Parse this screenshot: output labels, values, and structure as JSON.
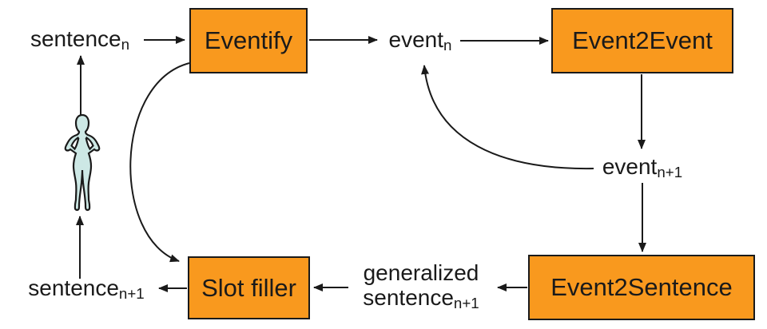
{
  "diagram": {
    "description": "event-to-sentence neural story generation pipeline loop",
    "nodes": {
      "eventify": {
        "label": "Eventify"
      },
      "event2event": {
        "label": "Event2Event"
      },
      "event2sentence": {
        "label": "Event2Sentence"
      },
      "slot_filler": {
        "label": "Slot filler"
      }
    },
    "labels": {
      "sentence_n": {
        "base": "sentence",
        "sub": "n"
      },
      "event_n": {
        "base": "event",
        "sub": "n"
      },
      "event_n_plus_1": {
        "base": "event",
        "sub": "n+1"
      },
      "generalized_sentence_n_plus_1": {
        "line1": "generalized",
        "base": "sentence",
        "sub": "n+1"
      },
      "sentence_n_plus_1": {
        "base": "sentence",
        "sub": "n+1"
      }
    },
    "icons": {
      "human_figure": "standing-person-hands-on-hips"
    }
  },
  "colors": {
    "box_fill": "#F9991E",
    "box_border": "#1A1A1A",
    "arrow": "#1A1A1A",
    "human_fill": "#CDE8E5",
    "text": "#1A1A1A",
    "background": "#FFFFFF"
  }
}
